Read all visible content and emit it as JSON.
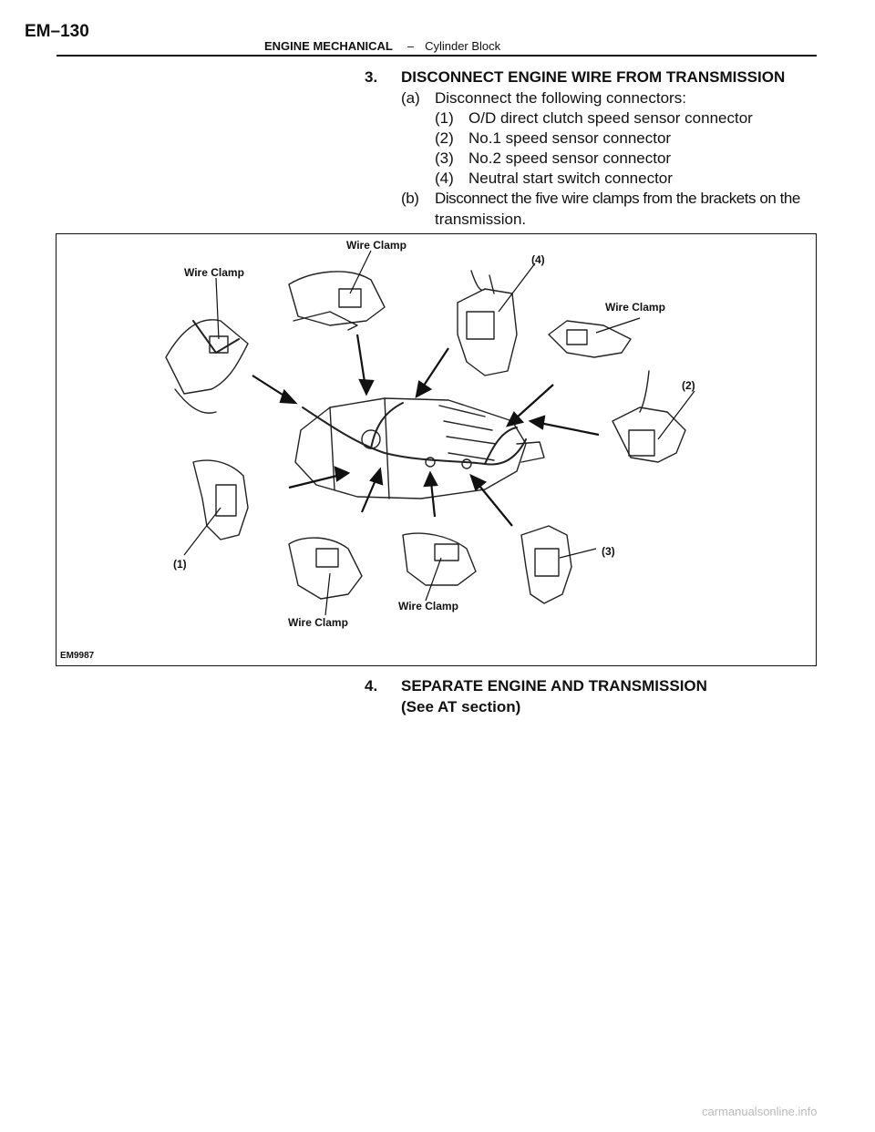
{
  "header": {
    "page_number": "EM–130",
    "section": "ENGINE MECHANICAL",
    "separator": "–",
    "subsection": "Cylinder Block"
  },
  "step3": {
    "number": "3.",
    "title": "DISCONNECT ENGINE WIRE FROM TRANSMISSION",
    "a_label": "(a)",
    "a_text": "Disconnect the following connectors:",
    "items": [
      {
        "label": "(1)",
        "text": "O/D direct clutch speed sensor connector"
      },
      {
        "label": "(2)",
        "text": "No.1 speed sensor connector"
      },
      {
        "label": "(3)",
        "text": "No.2 speed sensor connector"
      },
      {
        "label": "(4)",
        "text": "Neutral start switch connector"
      }
    ],
    "b_label": "(b)",
    "b_text_1": "Disconnect the five wire clamps from the brackets on the",
    "b_text_2": "transmission."
  },
  "figure": {
    "code": "EM9987",
    "labels": {
      "wire_clamp": "Wire Clamp",
      "c1": "(1)",
      "c2": "(2)",
      "c3": "(3)",
      "c4": "(4)"
    }
  },
  "step4": {
    "number": "4.",
    "title": "SEPARATE ENGINE AND TRANSMISSION",
    "note": "(See AT section)"
  },
  "footer": {
    "watermark": "carmanualsonline.info"
  }
}
